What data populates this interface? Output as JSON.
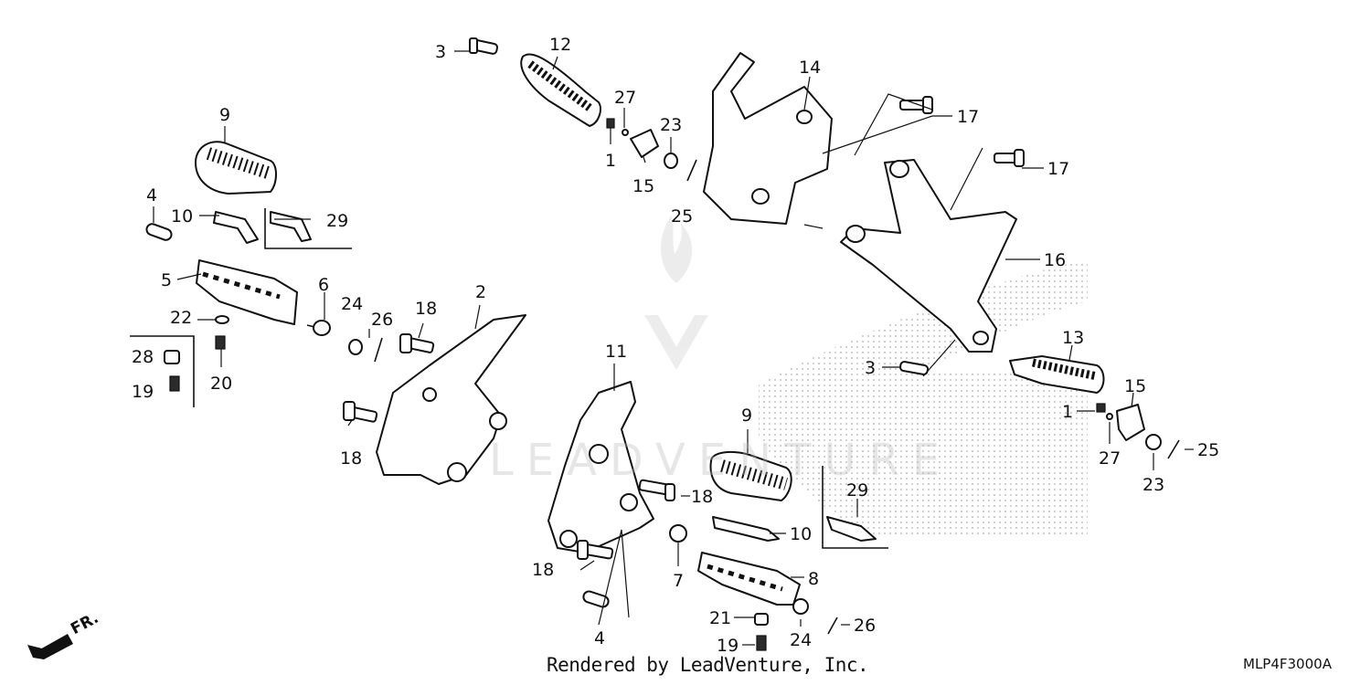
{
  "diagram": {
    "part_labels": {
      "p1a": "1",
      "p1b": "1",
      "p2": "2",
      "p3a": "3",
      "p3b": "3",
      "p4a": "4",
      "p4b": "4",
      "p5": "5",
      "p6": "6",
      "p7": "7",
      "p8": "8",
      "p9a": "9",
      "p9b": "9",
      "p10a": "10",
      "p10b": "10",
      "p11": "11",
      "p12": "12",
      "p13": "13",
      "p14": "14",
      "p15a": "15",
      "p15b": "15",
      "p16": "16",
      "p17a": "17",
      "p17b": "17",
      "p18a": "18",
      "p18b": "18",
      "p18c": "18",
      "p18d": "18",
      "p19a": "19",
      "p19b": "19",
      "p20": "20",
      "p21": "21",
      "p22": "22",
      "p23a": "23",
      "p23b": "23",
      "p24a": "24",
      "p24b": "24",
      "p25a": "25",
      "p25b": "25",
      "p26a": "26",
      "p26b": "26",
      "p27a": "27",
      "p27b": "27",
      "p28": "28",
      "p29a": "29",
      "p29b": "29"
    },
    "direction_label": "FR.",
    "watermark": "LEADVENTURE",
    "credit": "Rendered by LeadVenture, Inc.",
    "diagram_code": "MLP4F3000A"
  }
}
